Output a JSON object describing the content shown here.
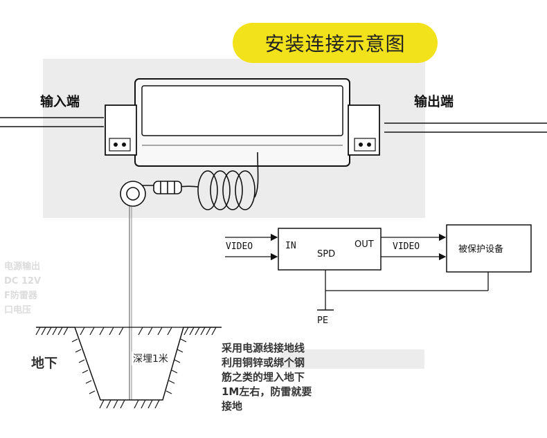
{
  "title": "安装连接示意图",
  "labels": {
    "input_end": "输入端",
    "output_end": "输出端",
    "underground": "地下",
    "depth": "深埋1米"
  },
  "schematic": {
    "video_in": "VIDEO",
    "in_port": "IN",
    "device": "SPD",
    "out_port": "OUT",
    "video_out": "VIDEO",
    "protected_device": "被保护设备",
    "pe": "PE"
  },
  "note_lines": [
    "采用电源线接地线",
    "利用铜锌或绑个钢",
    "筋之类的埋入地下",
    "1M左右，防雷就要",
    "接地"
  ],
  "faded_lines": [
    "电源输出",
    "DC 12V",
    "F防雷器",
    "口电压"
  ],
  "colors": {
    "accent": "#f2e21b",
    "panel": "#ececec",
    "line": "#111111"
  }
}
